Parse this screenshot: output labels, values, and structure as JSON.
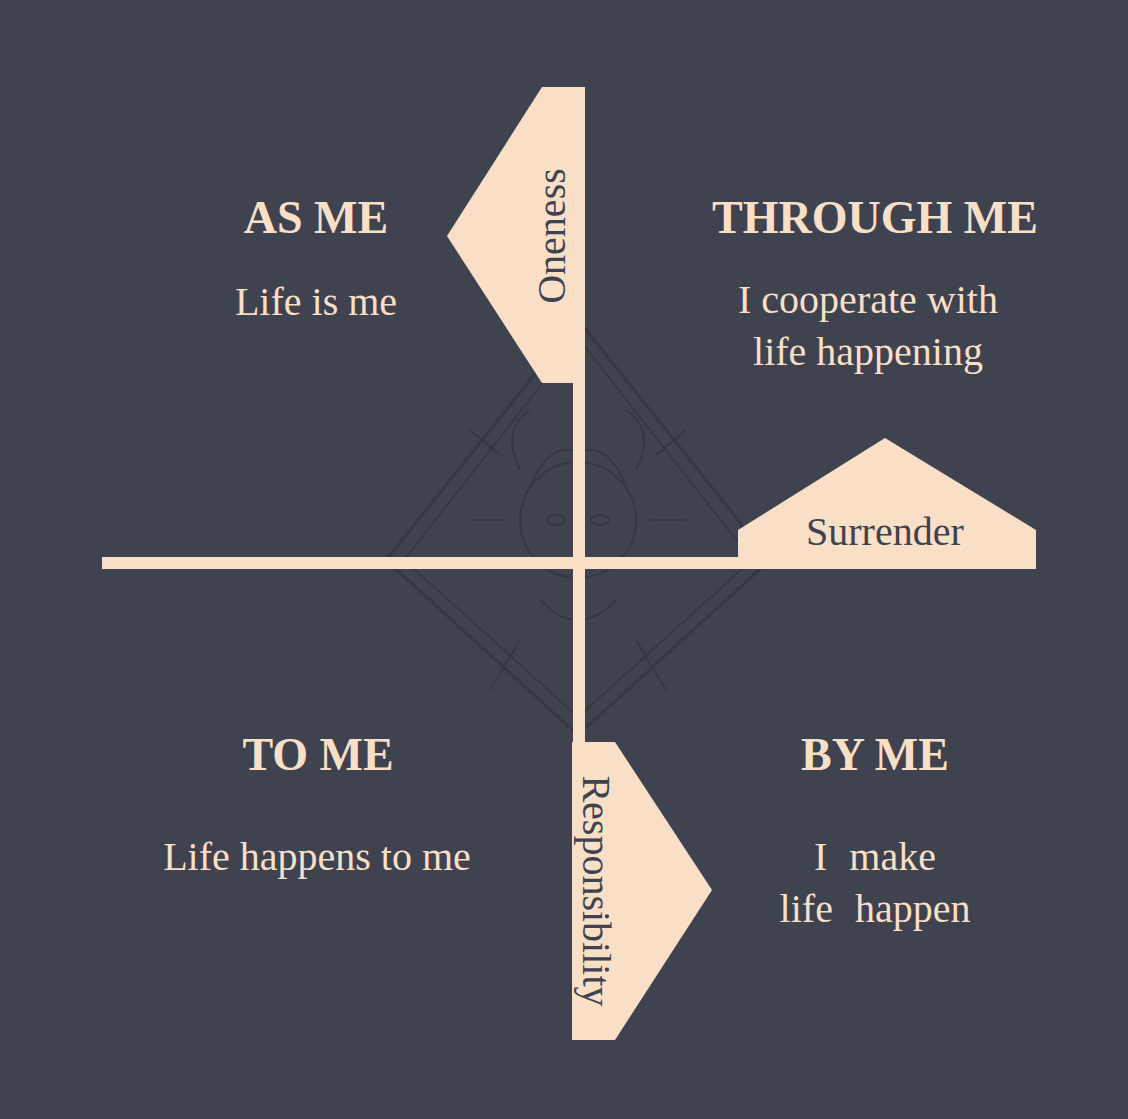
{
  "diagram": {
    "nodes": [
      {
        "text": [
          "Oneness"
        ]
      },
      {
        "text": [
          "Surrender"
        ]
      },
      {
        "text": [
          "Responsibility"
        ]
      }
    ],
    "labels": [
      "AS ME",
      "Life is me",
      "THROUGH ME",
      "I cooperate with life happening",
      "TO ME",
      "Life happens to me",
      "BY ME",
      "I make life happen"
    ]
  }
}
